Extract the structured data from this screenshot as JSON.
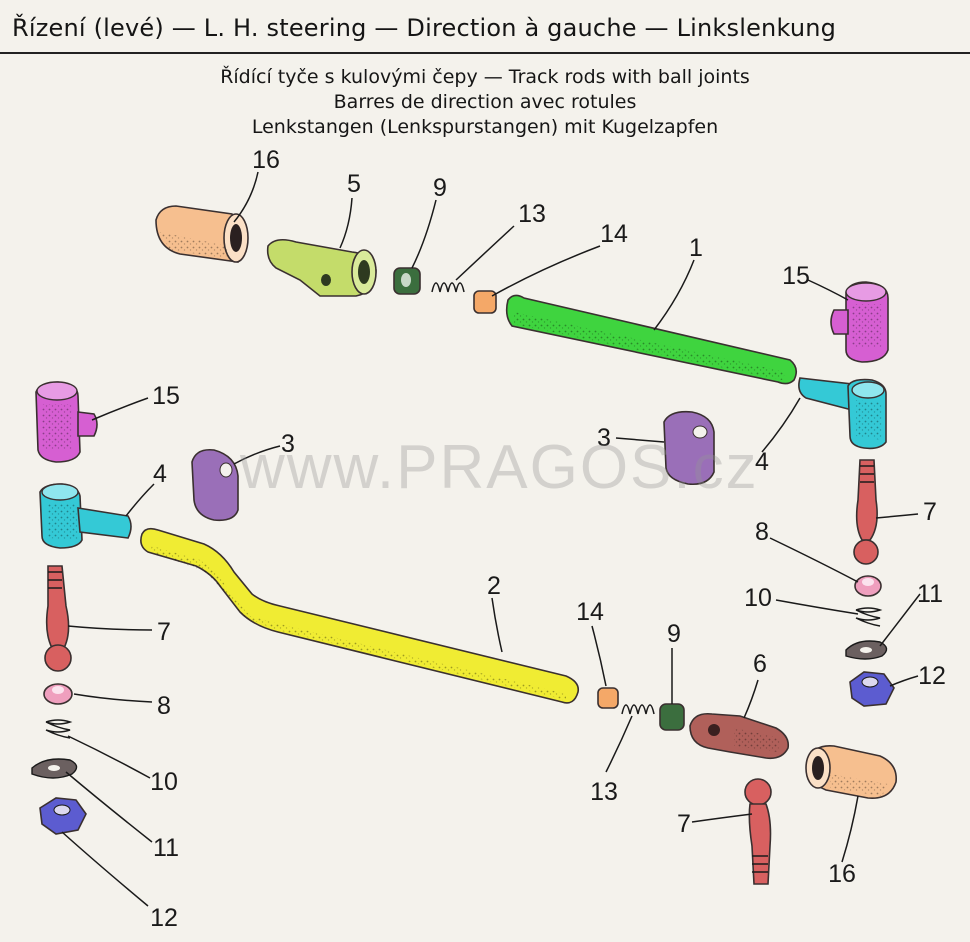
{
  "header": {
    "title": "Řízení (levé) — L. H. steering — Direction à gauche — Linkslenkung"
  },
  "subtitle": {
    "cs": "Řídící tyče s kulovými čepy — Track rods with ball joints",
    "fr": "Barres de direction avec rotules",
    "de": "Lenkstangen (Lenkspurstangen) mit Kugelzapfen"
  },
  "watermark": "www.PRAGOS.cz",
  "callouts": {
    "c16a": "16",
    "c5": "5",
    "c9a": "9",
    "c13a": "13",
    "c14a": "14",
    "c1": "1",
    "c15a": "15",
    "c15b": "15",
    "c3a": "3",
    "c3b": "3",
    "c4a": "4",
    "c4b": "4",
    "c7a": "7",
    "c7b": "7",
    "c7c": "7",
    "c8a": "8",
    "c8b": "8",
    "c10a": "10",
    "c10b": "10",
    "c11a": "11",
    "c11b": "11",
    "c12a": "12",
    "c12b": "12",
    "c2": "2",
    "c14b": "14",
    "c9b": "9",
    "c6": "6",
    "c13b": "13",
    "c16b": "16"
  },
  "colors": {
    "rod_1": "#3fd43f",
    "rod_2": "#f0ec33",
    "socket_15": "#d65fd2",
    "socket_4": "#34c9d6",
    "clamp_3": "#9a6fb8",
    "ball_pin_7": "#d86060",
    "ring_8": "#ef9fbe",
    "nut_12": "#5c5cd0",
    "sleeve_16": "#f6bf8f",
    "end_5": "#c4dc6a",
    "end_6": "#b0605a",
    "nut_9": "#3b6e3e",
    "bush_14": "#f4a868"
  }
}
